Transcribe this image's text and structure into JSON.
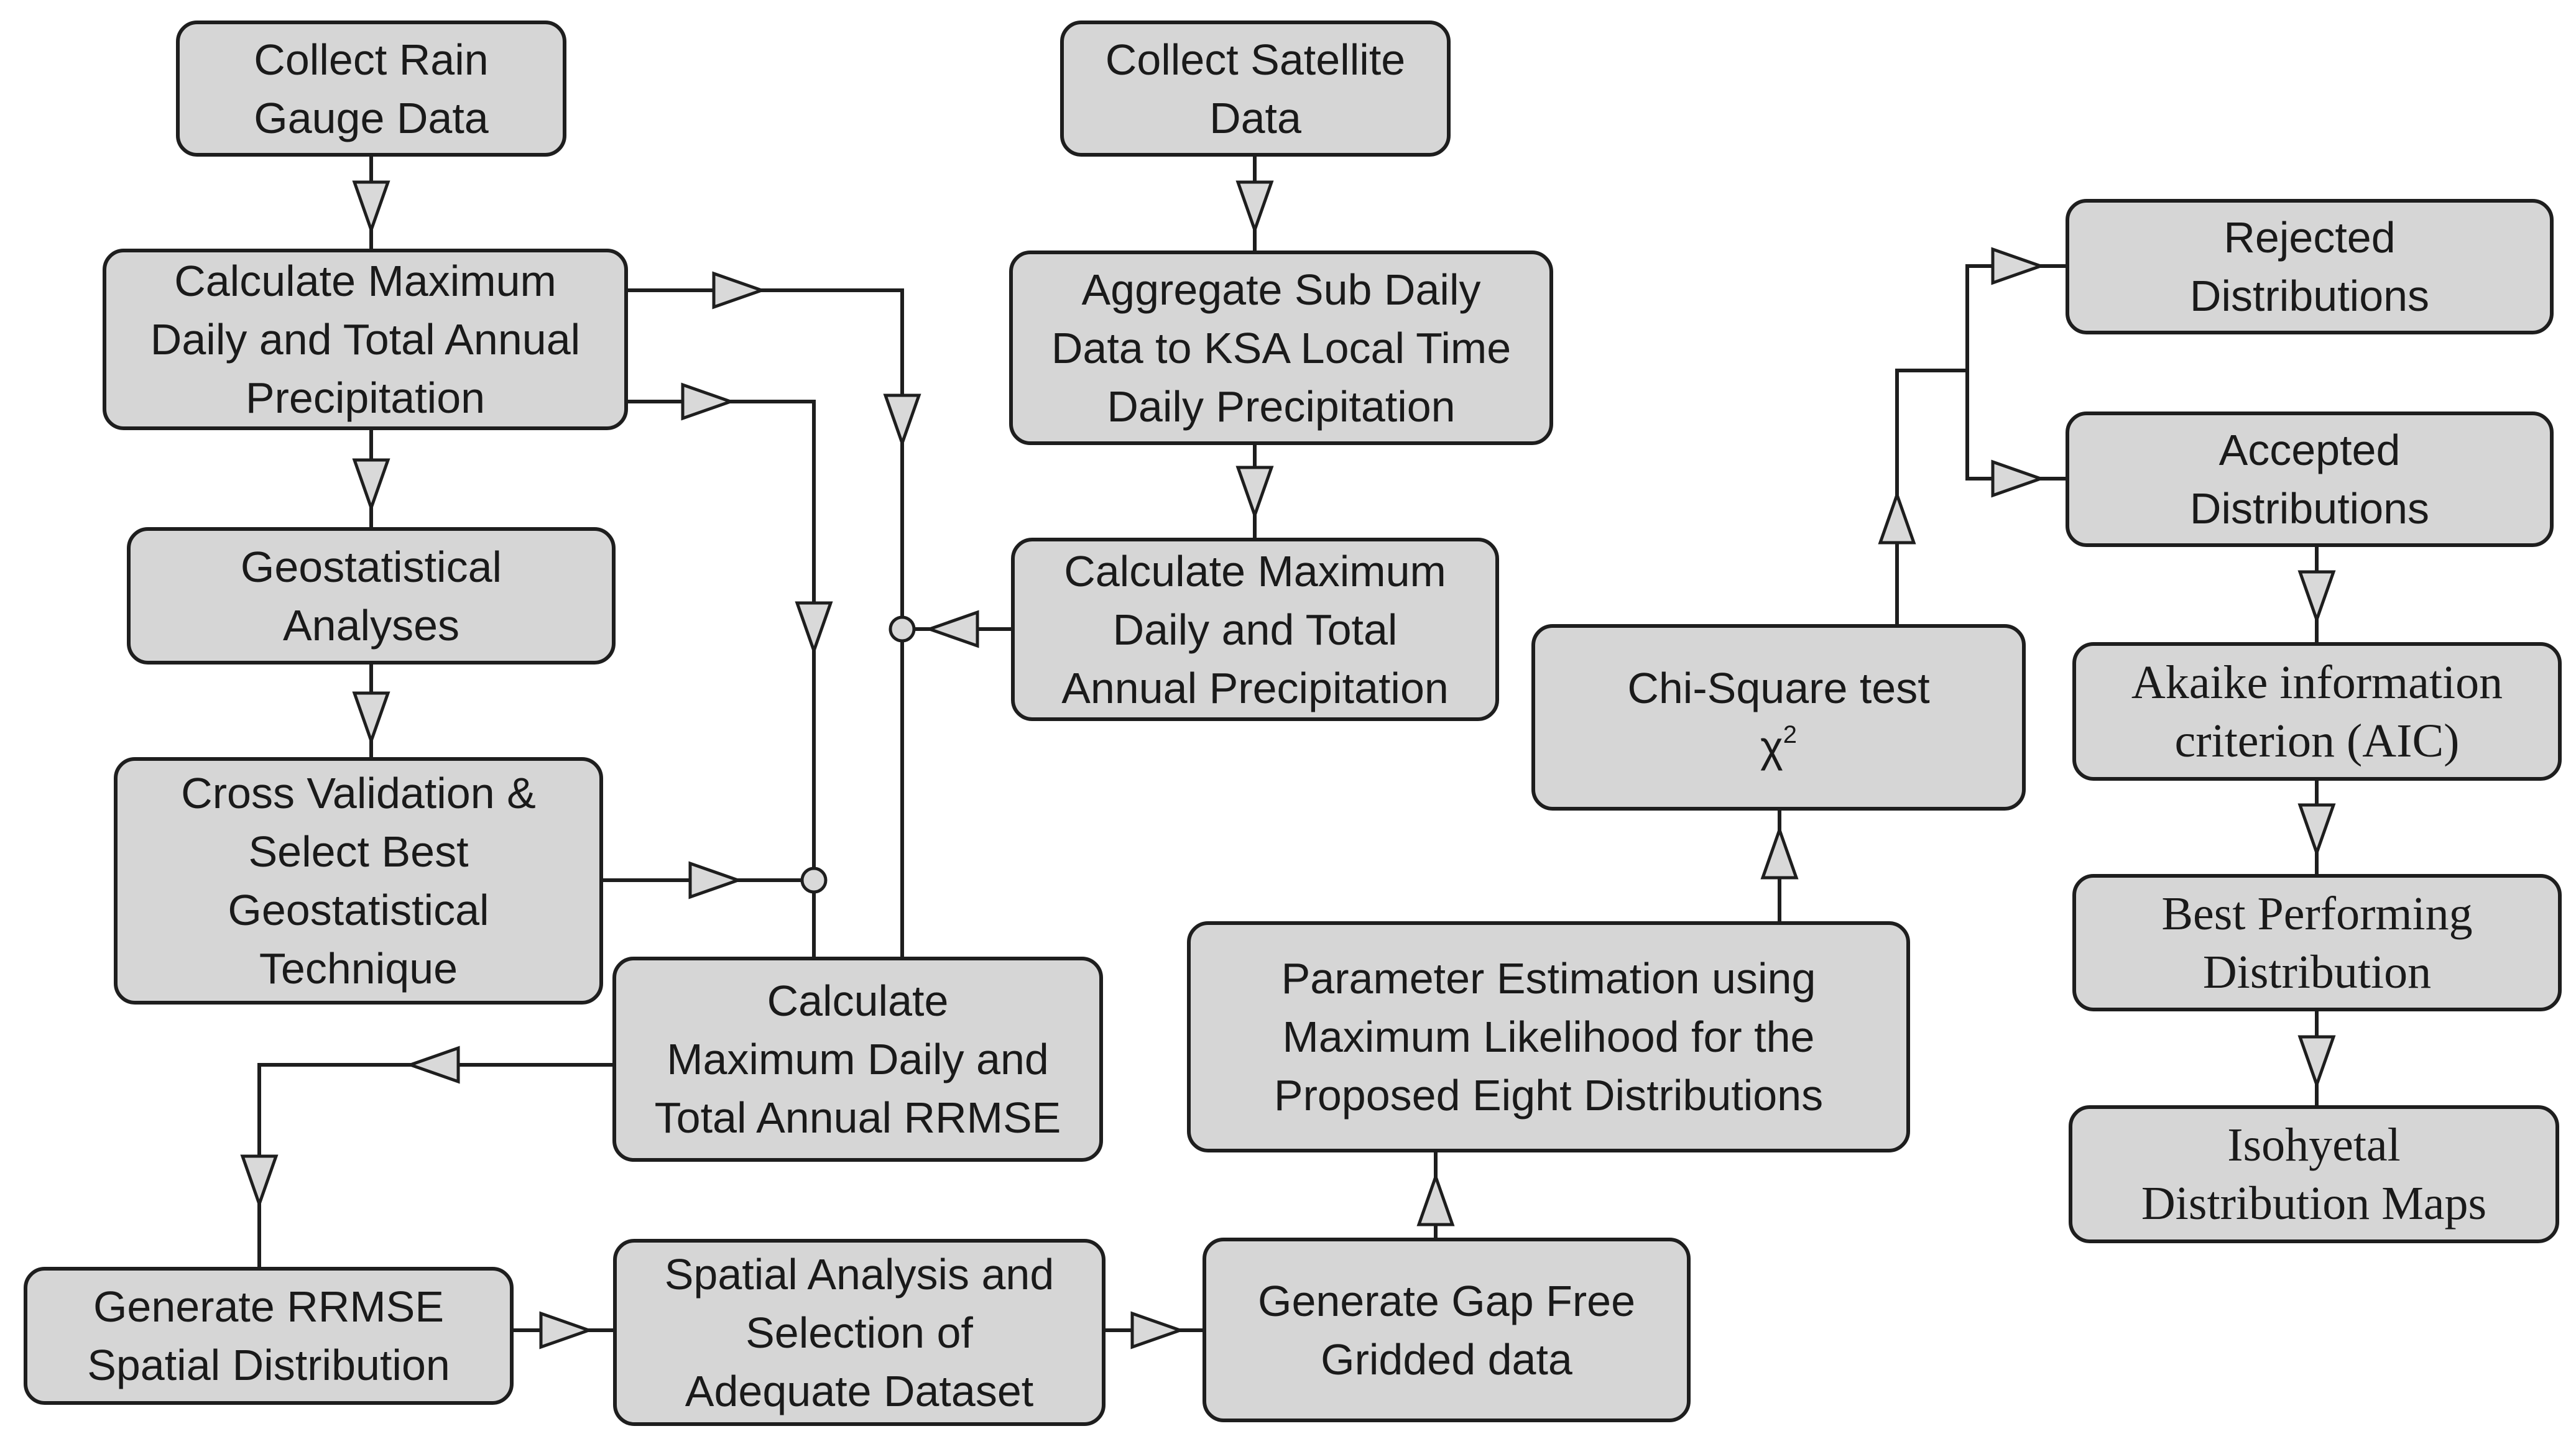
{
  "nodes": {
    "collect_rain": [
      "Collect Rain",
      "Gauge Data"
    ],
    "calc_gauge": [
      "Calculate Maximum",
      "Daily and Total Annual",
      "Precipitation"
    ],
    "geostat": [
      "Geostatistical",
      "Analyses"
    ],
    "crossval": [
      "Cross Validation &",
      "Select Best",
      "Geostatistical",
      "Technique"
    ],
    "rrmse_calc": [
      "Calculate",
      "Maximum Daily and",
      "Total Annual RRMSE"
    ],
    "collect_sat": [
      "Collect Satellite",
      "Data"
    ],
    "aggregate": [
      "Aggregate Sub Daily",
      "Data to KSA Local Time",
      "Daily Precipitation"
    ],
    "calc_sat": [
      "Calculate Maximum",
      "Daily  and Total",
      "Annual Precipitation"
    ],
    "rrmse_spatial": [
      "Generate RRMSE",
      "Spatial Distribution"
    ],
    "spatial_analysis": [
      "Spatial Analysis and",
      "Selection of",
      "Adequate Dataset"
    ],
    "gap_free": [
      "Generate Gap Free",
      "Gridded data"
    ],
    "param_est": [
      "Parameter Estimation using",
      "Maximum Likelihood for the",
      "Proposed Eight Distributions"
    ],
    "chi_square": {
      "line1": "Chi-Square test",
      "symbol": "χ",
      "exponent": "2"
    },
    "rejected": [
      "Rejected",
      "Distributions"
    ],
    "accepted": [
      "Accepted",
      "Distributions"
    ],
    "aic": [
      "Akaike information",
      "criterion (AIC)"
    ],
    "best": [
      "Best Performing",
      "Distribution"
    ],
    "isohyetal": [
      "Isohyetal",
      "Distribution Maps"
    ]
  },
  "colors": {
    "box_fill": "#d6d6d6",
    "stroke": "#1e1e1e",
    "arrowhead_fill": "#d9d9d9"
  }
}
